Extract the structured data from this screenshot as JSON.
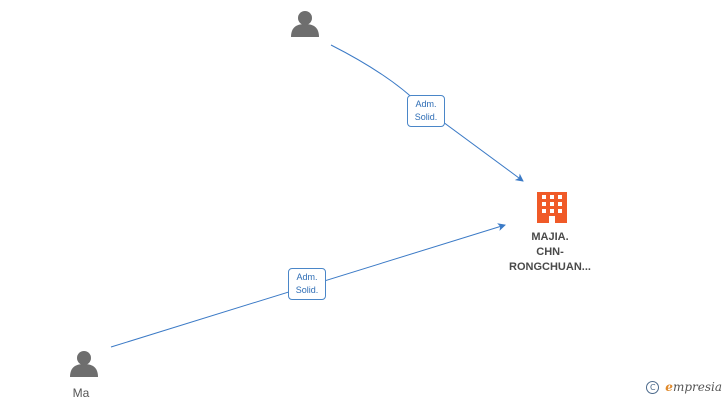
{
  "nodes": {
    "company": {
      "icon": "building-icon",
      "color": "#f05a28",
      "label_lines": [
        "MAJIA.",
        "CHN-",
        "RONGCHUAN..."
      ]
    },
    "person_top": {
      "icon": "person-icon",
      "color": "#6e6e6e",
      "label": ""
    },
    "person_bottom": {
      "icon": "person-icon",
      "color": "#6e6e6e",
      "label": "Ma"
    }
  },
  "edges": [
    {
      "from": "person_top",
      "to": "company",
      "label_lines": [
        "Adm.",
        "Solid."
      ]
    },
    {
      "from": "person_bottom",
      "to": "company",
      "label_lines": [
        "Adm.",
        "Solid."
      ]
    }
  ],
  "edge_color": "#3b7ac6",
  "watermark": {
    "first_letter": "e",
    "rest": "mpresia",
    "icon": "copyright-icon"
  }
}
